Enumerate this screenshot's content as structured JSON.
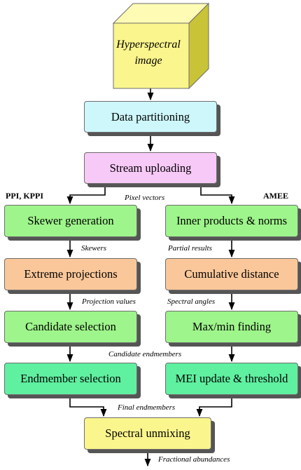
{
  "colors": {
    "yellow": "#faf58c",
    "cyan": "#cdf7fb",
    "pink": "#f7c9f7",
    "green": "#9ef58b",
    "orange": "#fac79a",
    "teal": "#5ff0a0",
    "cube_front": "#faf58c",
    "cube_top": "#fdfbb4",
    "cube_side": "#c9c338"
  },
  "cube": {
    "line1": "Hyperspectral",
    "line2": "image"
  },
  "boxes": {
    "data_partitioning": "Data partitioning",
    "stream_uploading": "Stream uploading",
    "skewer_generation": "Skewer generation",
    "inner_products": "Inner products & norms",
    "extreme_projections": "Extreme projections",
    "cumulative_distance": "Cumulative distance",
    "candidate_selection": "Candidate selection",
    "maxmin_finding": "Max/min finding",
    "endmember_selection": "Endmember selection",
    "mei_update": "MEI update & threshold",
    "spectral_unmixing": "Spectral unmixing"
  },
  "headings": {
    "left": "PPI, KPPI",
    "right": "AMEE"
  },
  "labels": {
    "pixel_vectors": "Pixel vectors",
    "skewers": "Skewers",
    "partial_results": "Partial results",
    "projection_values": "Projection values",
    "spectral_angles": "Spectral angles",
    "candidate_endmembers": "Candidate endmembers",
    "final_endmembers": "Final endmembers",
    "fractional_abundances": "Fractional abundances"
  }
}
